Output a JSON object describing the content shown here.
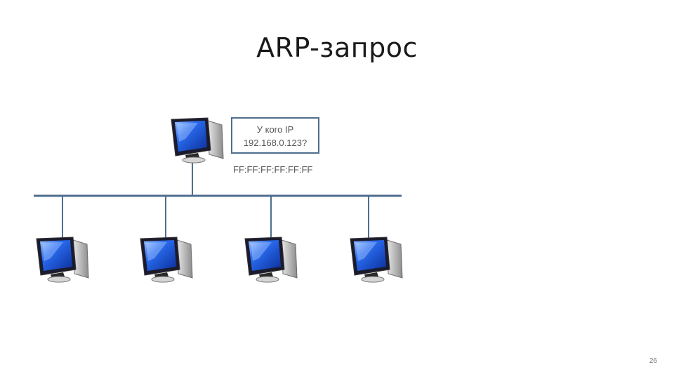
{
  "slide": {
    "title": "ARP-запрос",
    "page_number": "26"
  },
  "request": {
    "line1": "У кого IP",
    "line2": "192.168.0.123?",
    "broadcast_mac": "FF:FF:FF:FF:FF:FF"
  },
  "colors": {
    "bus_line": "#4f6e8e",
    "screen": "#1f56d8",
    "screen_highlight": "#6fa6ff",
    "case": "#9a9a9a"
  },
  "icons": [
    "computer-icon"
  ]
}
